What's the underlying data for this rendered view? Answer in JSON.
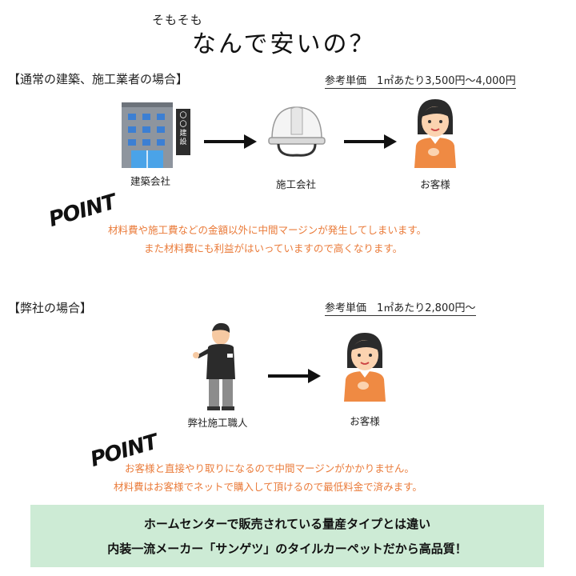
{
  "header": {
    "subtitle": "そもそも",
    "title": "なんで安いの？"
  },
  "normal": {
    "heading": "【通常の建築、施工業者の場合】",
    "price": "参考単価　1㎡あたり3,500円〜4,000円",
    "flow": [
      {
        "label": "建築会社",
        "icon": "building-icon",
        "sign": "〇〇建設"
      },
      {
        "label": "施工会社",
        "icon": "hard-hat-icon"
      },
      {
        "label": "お客様",
        "icon": "customer-woman-icon"
      }
    ],
    "point": "POINT",
    "notes": [
      "材料費や施工費などの金額以外に中間マージンが発生してしまいます。",
      "また材料費にも利益がはいっていますので高くなります。"
    ]
  },
  "ours": {
    "heading": "【弊社の場合】",
    "price": "参考単価　1㎡あたり2,800円〜",
    "flow": [
      {
        "label": "弊社施工職人",
        "icon": "craftsman-icon"
      },
      {
        "label": "お客様",
        "icon": "customer-woman-icon"
      }
    ],
    "point": "POINT",
    "notes": [
      "お客様と直接やり取りになるので中間マージンがかかりません。",
      "材料費はお客様でネットで購入して頂けるので最低料金で済みます。"
    ]
  },
  "banner": {
    "line1": "ホームセンターで販売されている量産タイプとは違い",
    "line2": "内装一流メーカー「サンゲツ」のタイルカーペットだから高品質！"
  },
  "colors": {
    "note_text": "#ea7b3a",
    "banner_bg": "#cdebd5"
  }
}
